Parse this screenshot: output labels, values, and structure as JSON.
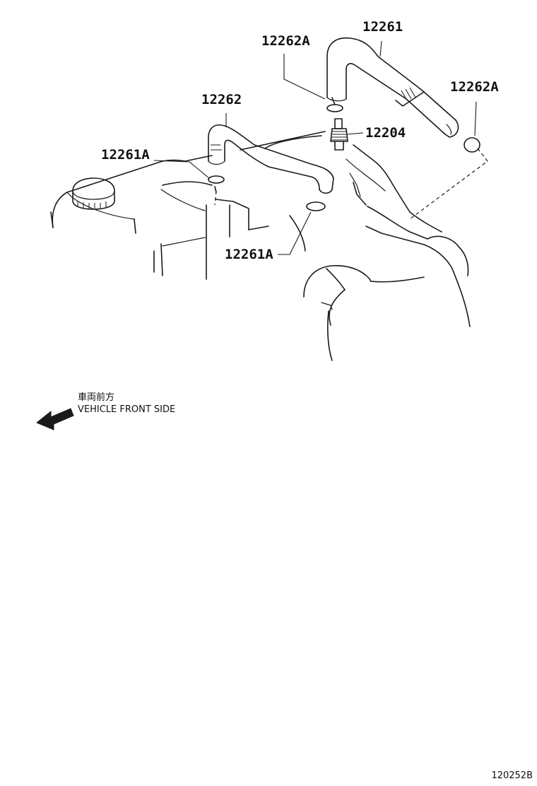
{
  "labels": {
    "hose_12261": "12261",
    "clip_12262a_top": "12262A",
    "clip_12262a_right": "12262A",
    "hose_12262": "12262",
    "valve_12204": "12204",
    "clip_12261a_left": "12261A",
    "clip_12261a_bottom": "12261A"
  },
  "direction": {
    "japanese": "車両前方",
    "english": "VEHICLE FRONT SIDE"
  },
  "diagram_id": "120252B"
}
